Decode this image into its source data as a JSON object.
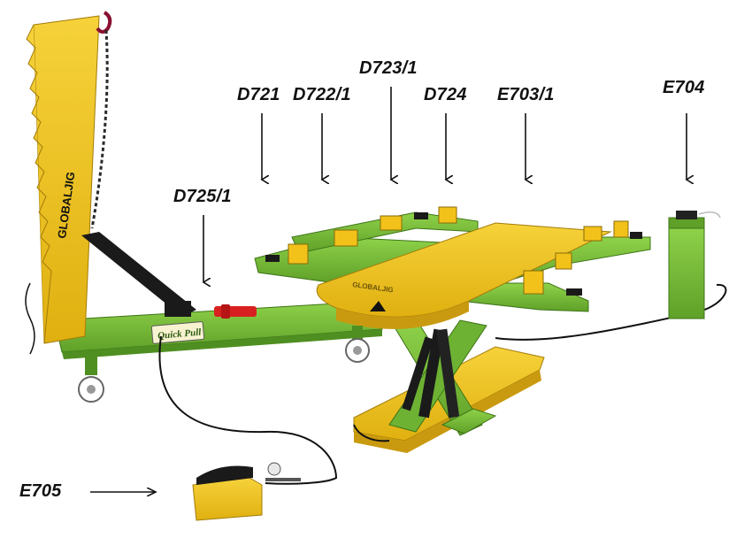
{
  "labels": {
    "d721": "D721",
    "d722": "D722/1",
    "d723": "D723/1",
    "d724": "D724",
    "e703": "E703/1",
    "e704": "E704",
    "d725": "D725/1",
    "e705": "E705"
  },
  "branding": {
    "tower_brand": "GLOBALJIG",
    "table_brand": "GLOBALJIG",
    "base_badge": "Quick Pull"
  },
  "colors": {
    "frame_green": "#7cc23a",
    "frame_green_dark": "#4f8f22",
    "deck_yellow": "#f2c21a",
    "deck_yellow_dark": "#c99a10",
    "cable_black": "#111111",
    "clamp_red": "#d92020"
  },
  "icons": {
    "tower": "pulling-tower-icon",
    "hook": "hook-icon",
    "pump": "foot-pump-icon",
    "power_unit": "power-unit-icon"
  }
}
